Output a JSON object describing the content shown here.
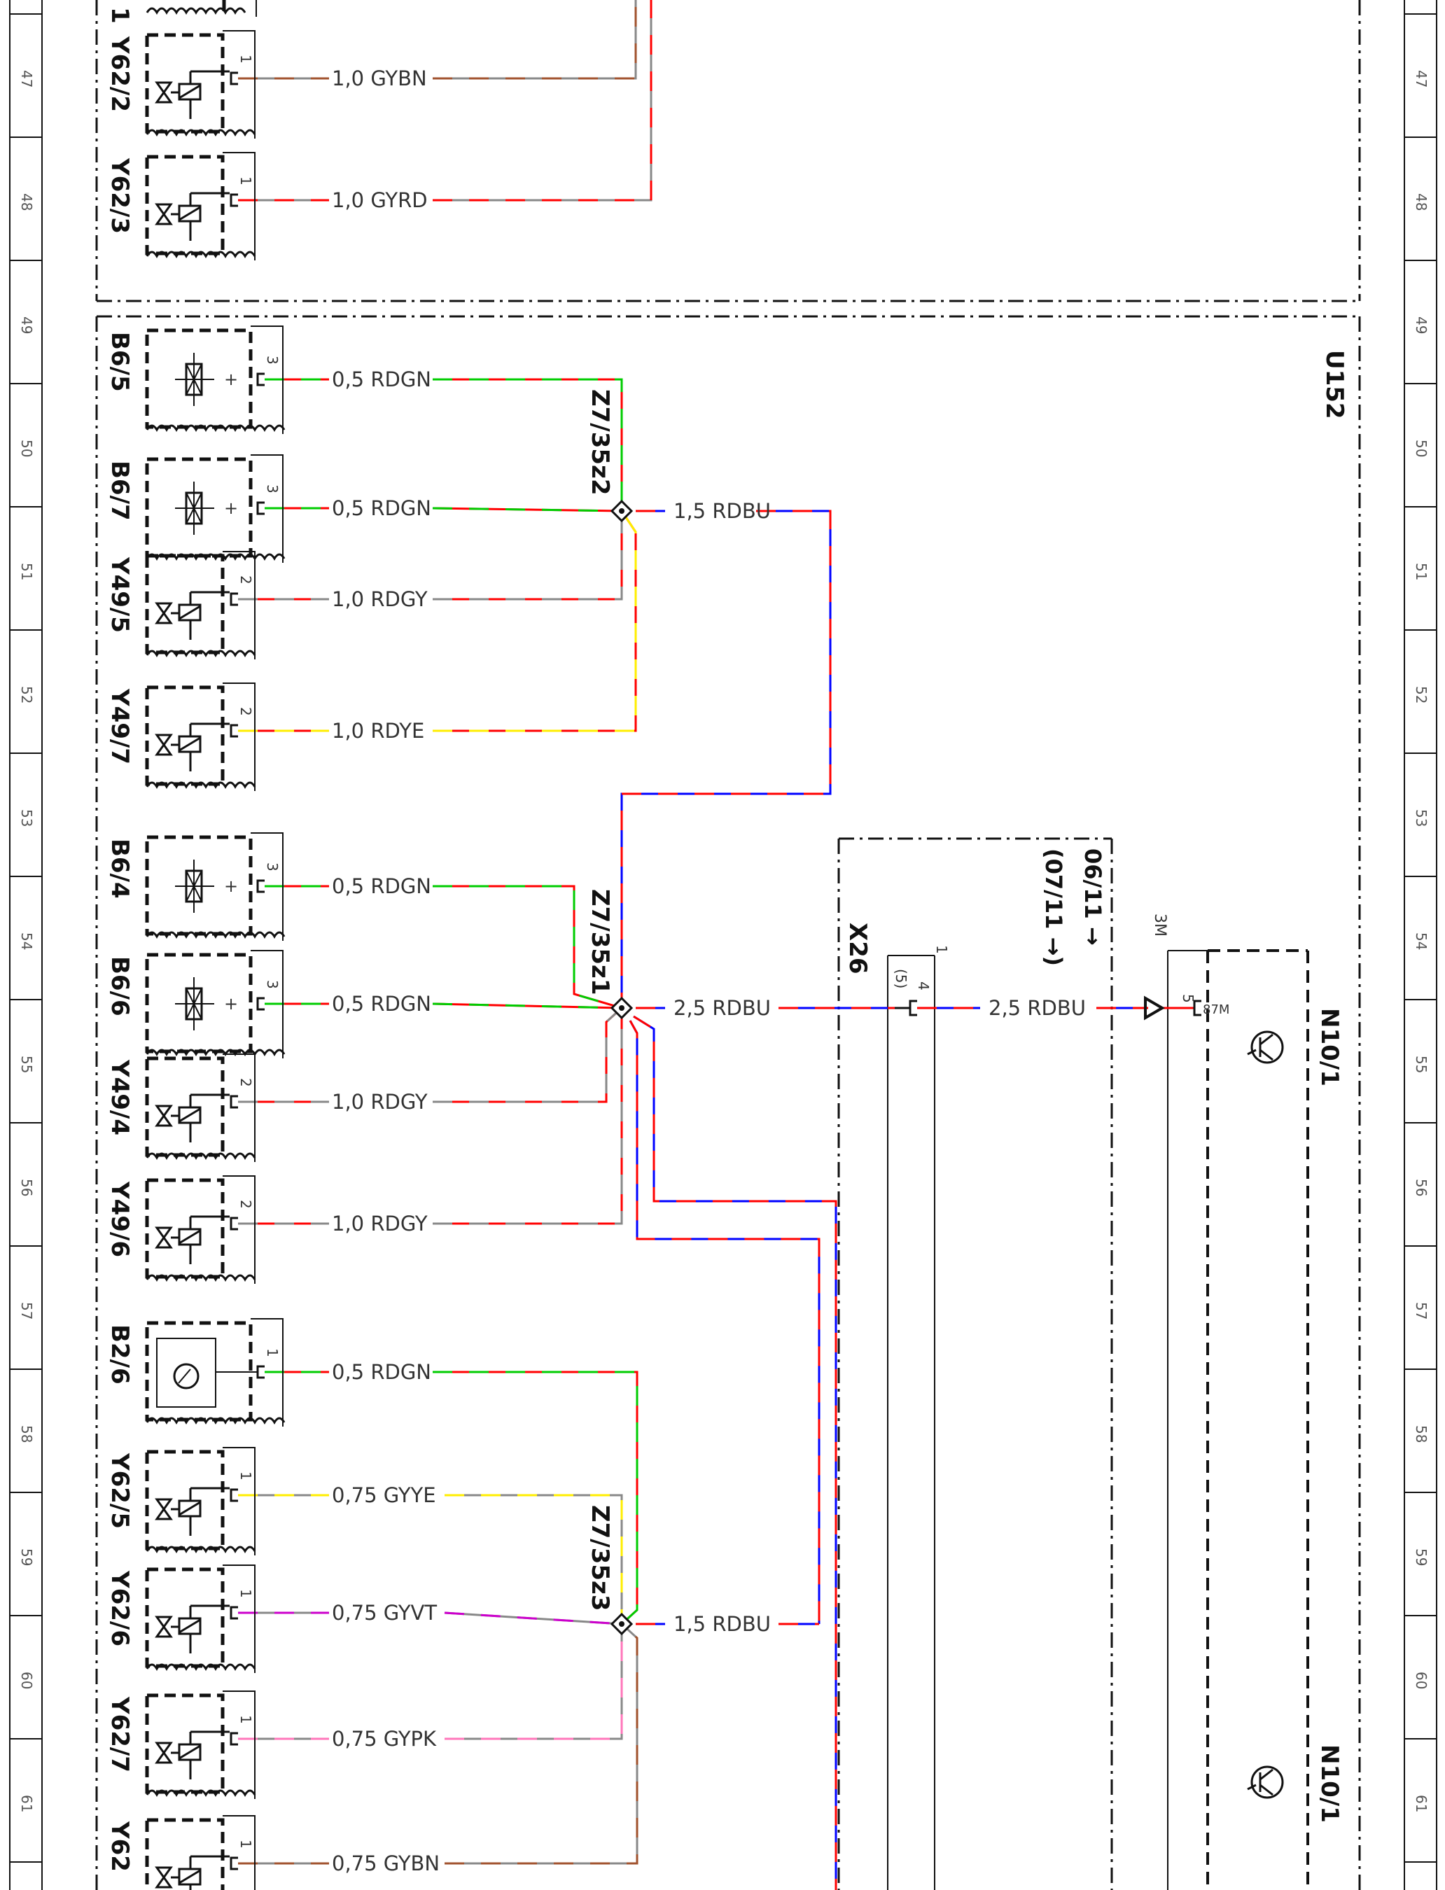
{
  "ruler": {
    "numbers": [
      "47",
      "48",
      "49",
      "50",
      "51",
      "52",
      "53",
      "54",
      "55",
      "56",
      "57",
      "58",
      "59",
      "60",
      "61"
    ]
  },
  "module_label": "U152",
  "components": [
    {
      "id": "Y62/2",
      "pin": "1",
      "wire": "1,0 GYBN",
      "kind": "valve",
      "c1": "#888888",
      "c2": "#a0522d"
    },
    {
      "id": "Y62/3",
      "pin": "1",
      "wire": "1,0 GYRD",
      "kind": "valve",
      "c1": "#888888",
      "c2": "#ff0000"
    },
    {
      "id": "B6/5",
      "pin": "3",
      "wire": "0,5 RDGN",
      "kind": "sensor",
      "c1": "#ff0000",
      "c2": "#00cc00"
    },
    {
      "id": "B6/7",
      "pin": "3",
      "wire": "0,5 RDGN",
      "kind": "sensor",
      "c1": "#ff0000",
      "c2": "#00cc00"
    },
    {
      "id": "Y49/5",
      "pin": "2",
      "wire": "1,0 RDGY",
      "kind": "valve",
      "c1": "#ff0000",
      "c2": "#888888"
    },
    {
      "id": "Y49/7",
      "pin": "2",
      "wire": "1,0 RDYE",
      "kind": "valve",
      "c1": "#ff0000",
      "c2": "#ffee00"
    },
    {
      "id": "B6/4",
      "pin": "3",
      "wire": "0,5 RDGN",
      "kind": "sensor",
      "c1": "#ff0000",
      "c2": "#00cc00"
    },
    {
      "id": "B6/6",
      "pin": "3",
      "wire": "0,5 RDGN",
      "kind": "sensor",
      "c1": "#ff0000",
      "c2": "#00cc00"
    },
    {
      "id": "Y49/4",
      "pin": "2",
      "wire": "1,0 RDGY",
      "kind": "valve",
      "c1": "#ff0000",
      "c2": "#888888"
    },
    {
      "id": "Y49/6",
      "pin": "2",
      "wire": "1,0 RDGY",
      "kind": "valve",
      "c1": "#ff0000",
      "c2": "#888888"
    },
    {
      "id": "B2/6",
      "pin": "1",
      "wire": "0,5 RDGN",
      "kind": "meter",
      "c1": "#ff0000",
      "c2": "#00cc00"
    },
    {
      "id": "Y62/5",
      "pin": "1",
      "wire": "0,75 GYYE",
      "kind": "valve",
      "c1": "#888888",
      "c2": "#ffee00"
    },
    {
      "id": "Y62/6",
      "pin": "1",
      "wire": "0,75 GYVT",
      "kind": "valve",
      "c1": "#888888",
      "c2": "#cc00cc"
    },
    {
      "id": "Y62/7",
      "pin": "1",
      "wire": "0,75 GYPK",
      "kind": "valve",
      "c1": "#888888",
      "c2": "#ff77bb"
    },
    {
      "id": "Y62",
      "pin": "1",
      "wire": "0,75 GYBN",
      "kind": "valve",
      "c1": "#888888",
      "c2": "#a0522d"
    }
  ],
  "top_partial_id": "1",
  "splices": [
    {
      "id": "Z7/35z2",
      "wire": "1,5 RDBU"
    },
    {
      "id": "Z7/35z1",
      "wire": "2,5 RDBU"
    },
    {
      "id": "Z7/35z3",
      "wire": "1,5 RDBU"
    }
  ],
  "connector": {
    "id": "X26",
    "pin_top": "1",
    "pin": "4",
    "pin_alt": "(5)",
    "wire_out": "2,5 RDBU"
  },
  "date_note": {
    "line1": "06/11 →",
    "line2": "(07/11 →)"
  },
  "relay": {
    "id": "N10/1",
    "id_lower": "N10/1",
    "terminal": "3M",
    "pin": "5",
    "pin_label": "87M"
  },
  "colors": {
    "rd": "#ff0000",
    "bu": "#0000ff",
    "gn": "#00cc00",
    "ye": "#ffee00",
    "gy": "#888888",
    "bn": "#a0522d",
    "vt": "#cc00cc",
    "pk": "#ff77bb",
    "line": "#111111"
  }
}
